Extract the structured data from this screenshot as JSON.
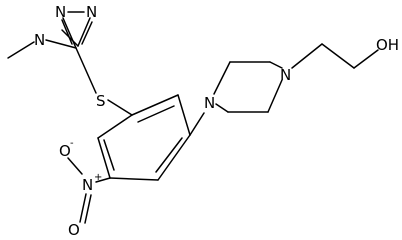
{
  "molecule": {
    "atom_labels": {
      "n_triazole_top_left": "N",
      "n_triazole_top_right": "N",
      "n_triazole_methyl": "N",
      "sulfur": "S",
      "nitro_o_minus": "O",
      "nitro_o_minus_charge": "-",
      "nitro_n": "N",
      "nitro_n_charge": "+",
      "nitro_o_double": "O",
      "piperazine_n_top": "N",
      "piperazine_n_left": "N",
      "hydroxyl": "OH"
    },
    "line_color": "#000000",
    "background": "#ffffff"
  }
}
